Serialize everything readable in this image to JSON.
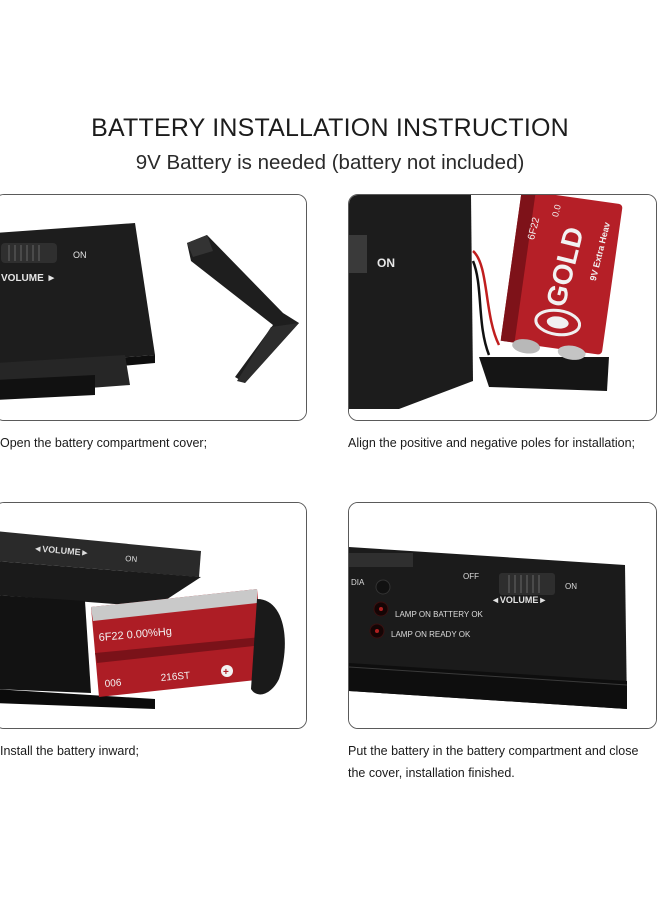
{
  "header": {
    "title": "BATTERY INSTALLATION INSTRUCTION",
    "subtitle": "9V Battery is needed (battery not included)"
  },
  "steps": [
    {
      "caption": "Open the battery compartment cover;",
      "device_labels": {
        "on": "ON",
        "volume": "VOLUME ►"
      }
    },
    {
      "caption": "Align the positive and negative poles for installation;",
      "device_labels": {
        "on": "ON"
      },
      "battery_labels": {
        "brand": "GOLD",
        "model": "6F22",
        "type": "9V Extra Heav",
        "code": "0.0"
      }
    },
    {
      "caption": "Install the battery inward;",
      "device_labels": {
        "on": "ON",
        "volume": "◄VOLUME►"
      },
      "battery_labels": {
        "model": "6F22 0.00%Hg",
        "code": "216ST",
        "voltage": "006",
        "plus": "+"
      }
    },
    {
      "caption_line1": "Put the battery in the battery compartment and close",
      "caption_line2": "the cover, installation finished.",
      "device_labels": {
        "off": "OFF",
        "on": "ON",
        "volume": "◄VOLUME►",
        "dia": "DIA",
        "lamp_battery": "LAMP ON BATTERY OK",
        "lamp_ready": "LAMP ON READY OK"
      }
    }
  ],
  "colors": {
    "device_body": "#1b1b1b",
    "battery_red": "#b01e26",
    "border": "#5a5a5a"
  }
}
